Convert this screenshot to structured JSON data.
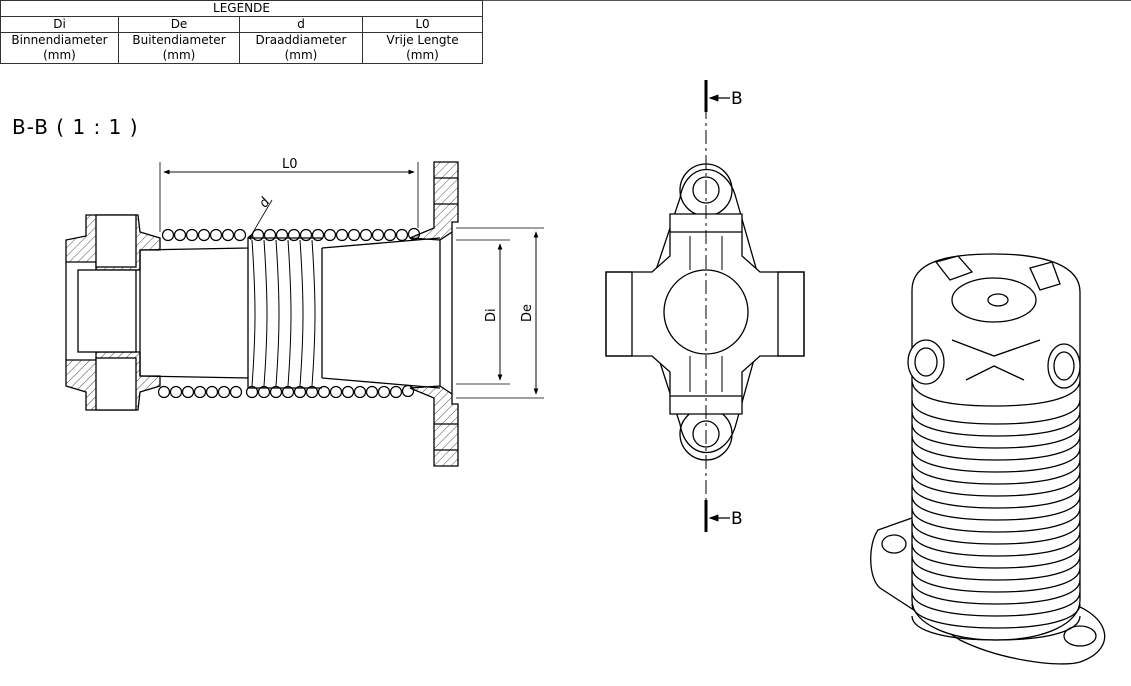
{
  "legend": {
    "title": "LEGENDE",
    "headers": [
      "Di",
      "De",
      "d",
      "L0"
    ],
    "descriptions": [
      {
        "name": "Binnendiameter",
        "unit": "(mm)"
      },
      {
        "name": "Buitendiameter",
        "unit": "(mm)"
      },
      {
        "name": "Draaddiameter",
        "unit": "(mm)"
      },
      {
        "name": "Vrije Lengte",
        "unit": "(mm)"
      }
    ]
  },
  "section_view": {
    "label": "B-B ( 1 : 1 )",
    "dim_length": "L0",
    "dim_wire": "d",
    "dim_inner": "Di",
    "dim_outer": "De"
  },
  "front_view": {
    "cut_top": "B",
    "cut_bottom": "B"
  }
}
